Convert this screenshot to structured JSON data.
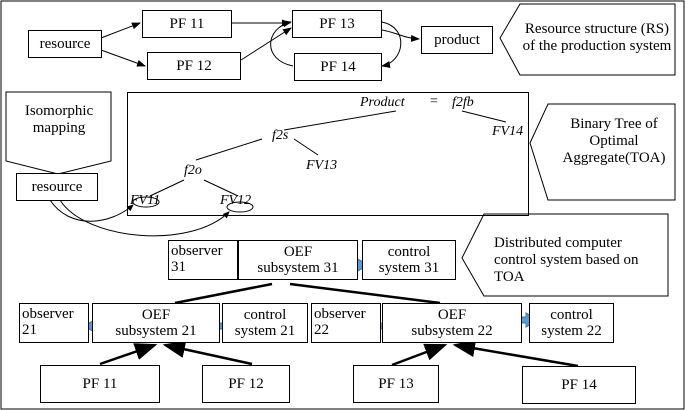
{
  "top": {
    "resource": "resource",
    "pf11": "PF 11",
    "pf12": "PF 12",
    "pf13": "PF 13",
    "pf14": "PF 14",
    "product": "product",
    "callout": "Resource structure (RS) of the production system"
  },
  "mapping": {
    "title": "Isomorphic mapping",
    "resource": "resource"
  },
  "tree": {
    "product": "Product",
    "equals": "=",
    "f2fb": "f2fb",
    "f2s": "f2s",
    "fv14": "FV14",
    "fv13": "FV13",
    "f2o": "f2o",
    "fv11": "FV11",
    "fv12": "FV12",
    "callout": "Binary Tree of Optimal Aggregate(TOA)"
  },
  "control": {
    "callout": "Distributed computer control system based on TOA",
    "observer31": [
      "observer",
      "31"
    ],
    "oef31": [
      "OEF",
      "subsystem 31"
    ],
    "control31": [
      "control",
      "system 31"
    ],
    "observer21": [
      "observer",
      "21"
    ],
    "oef21": [
      "OEF",
      "subsystem 21"
    ],
    "control21": [
      "control",
      "system 21"
    ],
    "observer22": [
      "observer",
      "22"
    ],
    "oef22": [
      "OEF",
      "subsystem 22"
    ],
    "control22": [
      "control",
      "system 22"
    ],
    "pf11": "PF 11",
    "pf12": "PF 12",
    "pf13": "PF 13",
    "pf14": "PF 14"
  },
  "colors": {
    "block_arrow": "#5b9bd5"
  }
}
